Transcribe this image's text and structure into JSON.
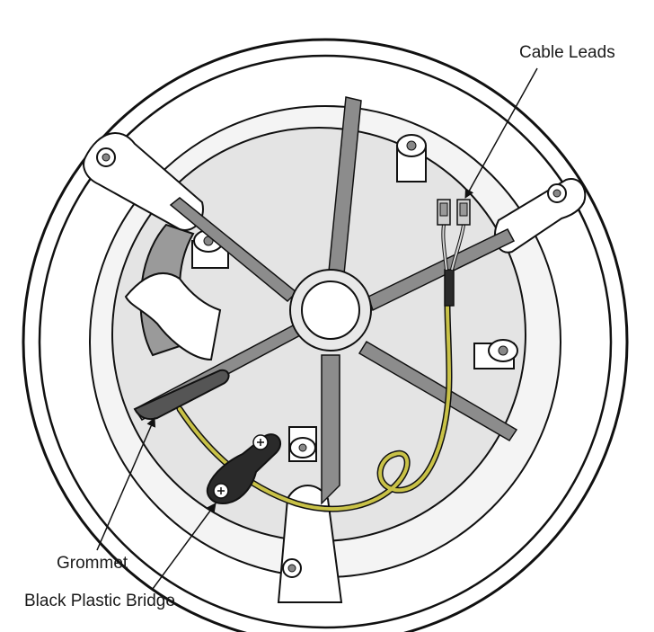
{
  "labels": {
    "cable_leads": "Cable Leads",
    "grommet": "Grommet",
    "bridge": "Black Plastic Bridge"
  },
  "colors": {
    "outline": "#111111",
    "housing": "#ffffff",
    "inner_disc": "#e4e4e4",
    "cable": "#c9c247",
    "blade": "#8c8c8c",
    "bridge": "#2a2a2a"
  },
  "icons": {
    "screw": "screw-icon",
    "connector": "connector-icon"
  }
}
